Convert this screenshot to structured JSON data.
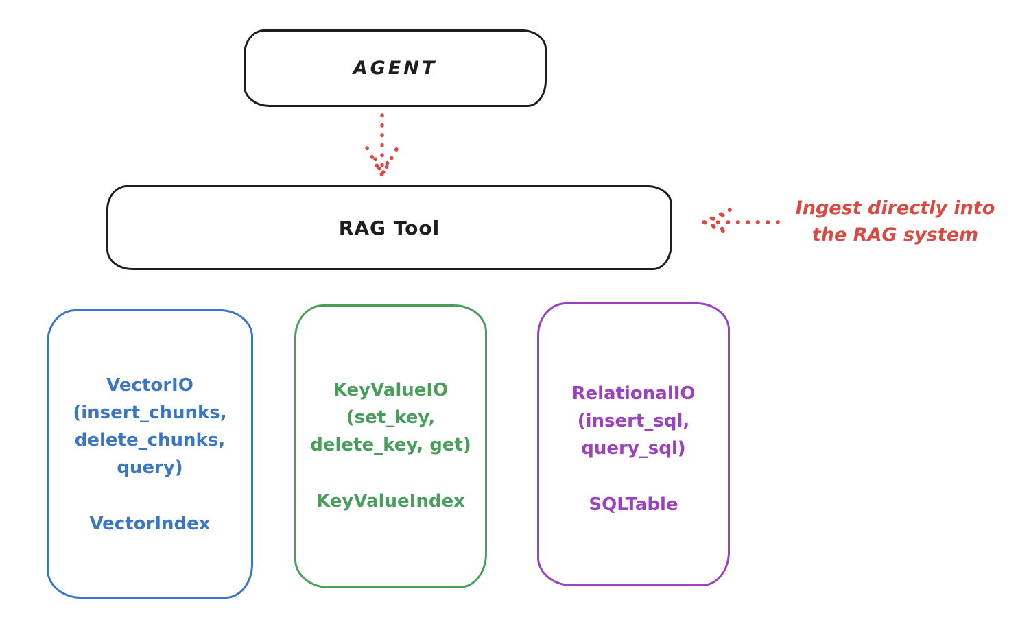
{
  "canvas": {
    "background": "#ffffff"
  },
  "colors": {
    "stroke_dark": "#1e1e1e",
    "red": "#d84a42",
    "blue": "#3b76c5",
    "green": "#4a9e5c",
    "purple": "#9c42bd"
  },
  "nodes": {
    "agent": {
      "label": "AGENT"
    },
    "rag_tool": {
      "label": "RAG Tool"
    },
    "vector_io": {
      "lines": [
        "VectorIO",
        "(insert_chunks,",
        "delete_chunks,",
        "query)"
      ],
      "index_label": "VectorIndex",
      "color": "#3b76c5"
    },
    "key_value_io": {
      "lines": [
        "KeyValueIO",
        "(set_key,",
        "delete_key, get)"
      ],
      "index_label": "KeyValueIndex",
      "color": "#4a9e5c"
    },
    "relational_io": {
      "lines": [
        "RelationalIO",
        "(insert_sql,",
        "query_sql)"
      ],
      "index_label": "SQLTable",
      "color": "#9c42bd"
    }
  },
  "annotation": {
    "lines": [
      "Ingest directly into",
      "the RAG system"
    ],
    "color": "#d84a42"
  },
  "connectors": {
    "agent_to_rag_tool": {
      "style": "dotted",
      "color": "#d84a42",
      "direction": "down"
    },
    "ingest_into_rag_tool": {
      "style": "dotted",
      "color": "#d84a42",
      "direction": "left"
    }
  }
}
